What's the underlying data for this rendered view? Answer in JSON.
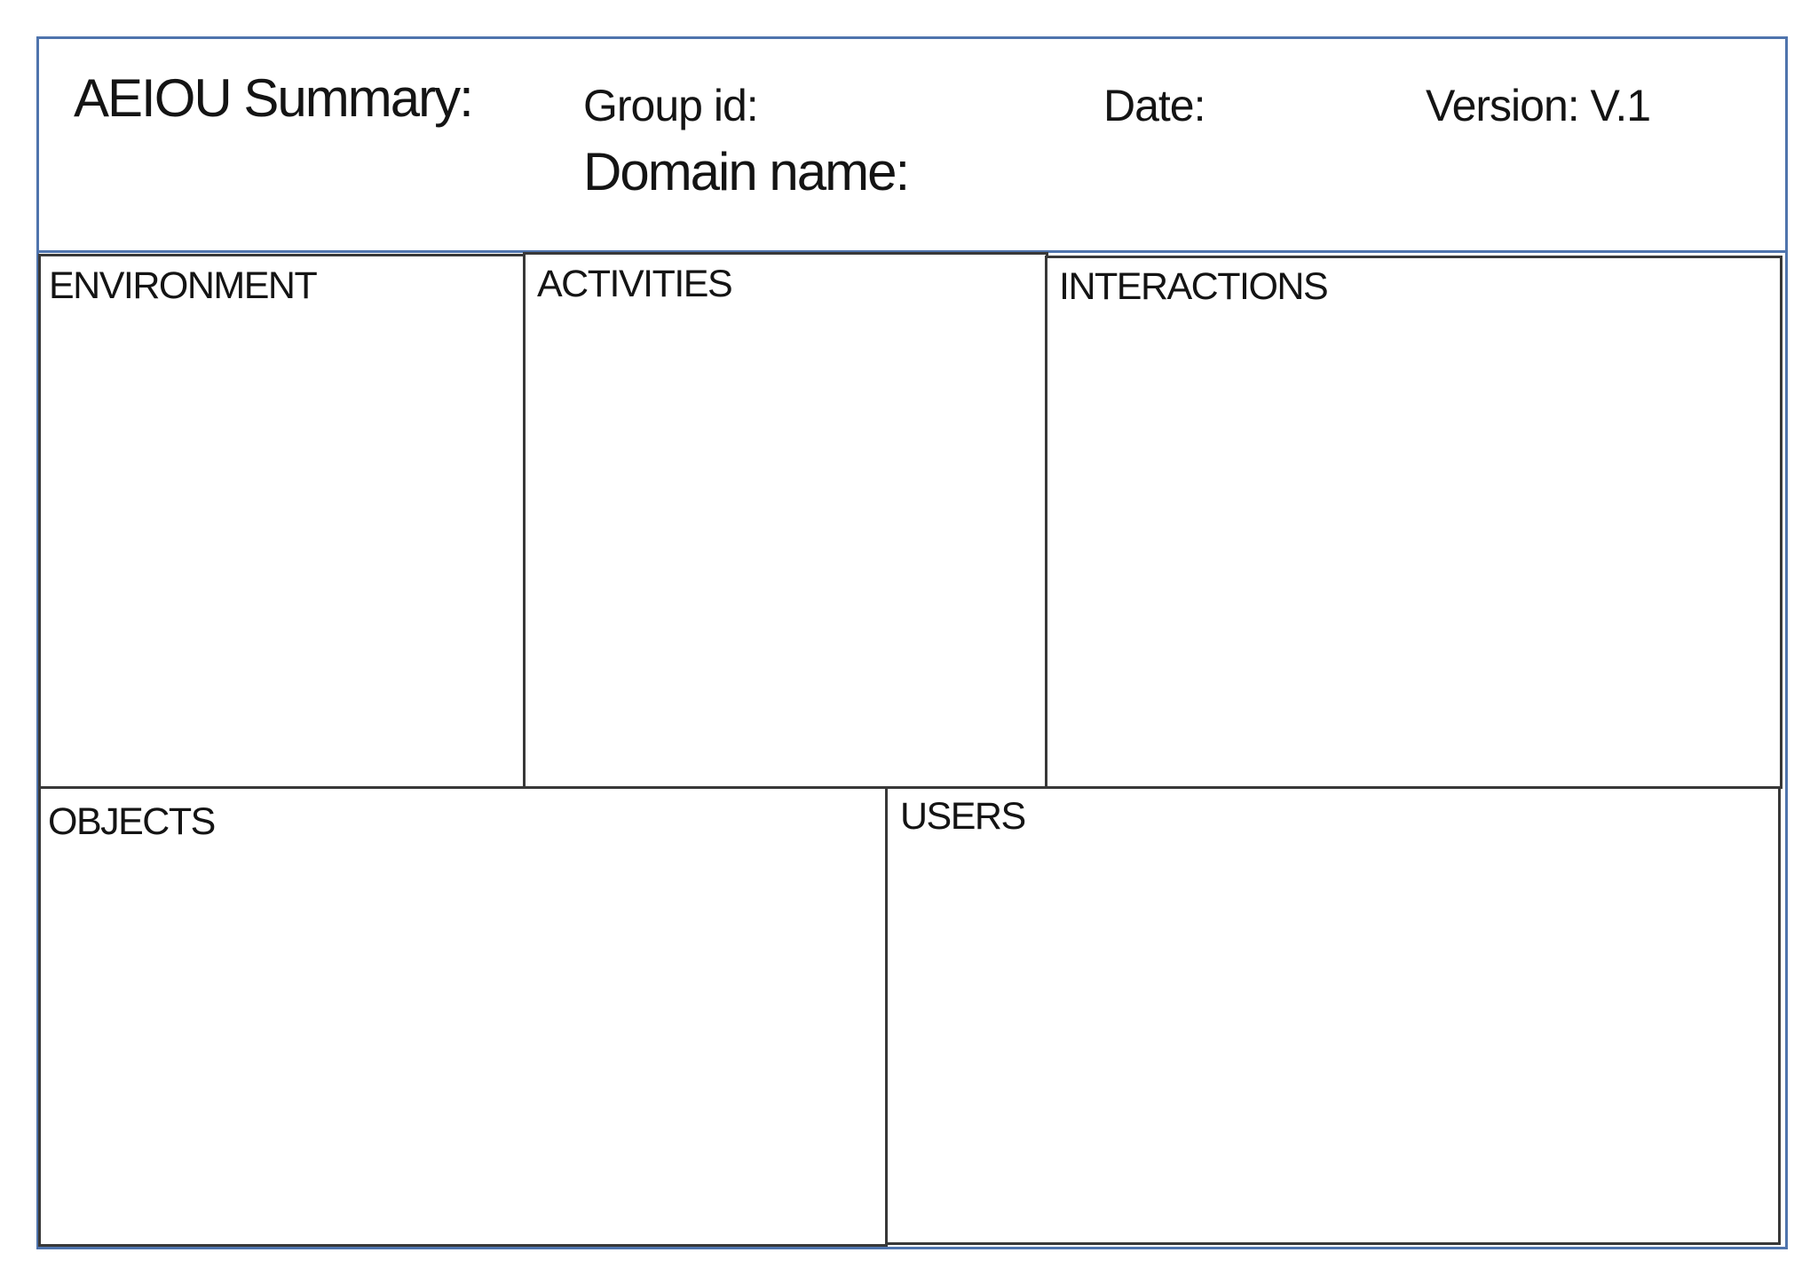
{
  "header": {
    "title": "AEIOU Summary:",
    "group_id_label": "Group id:",
    "date_label": "Date:",
    "version_label": "Version: V.1",
    "domain_name_label": "Domain name:"
  },
  "values": {
    "group_id": "",
    "date": "",
    "domain_name": ""
  },
  "sections": {
    "environment": {
      "label": "ENVIRONMENT",
      "content": ""
    },
    "activities": {
      "label": "ACTIVITIES",
      "content": ""
    },
    "interactions": {
      "label": "INTERACTIONS",
      "content": ""
    },
    "objects": {
      "label": "OBJECTS",
      "content": ""
    },
    "users": {
      "label": "USERS",
      "content": ""
    }
  },
  "colors": {
    "page_border": "#4f74ad",
    "box_border": "#383838",
    "text": "#141414",
    "background": "#ffffff"
  }
}
